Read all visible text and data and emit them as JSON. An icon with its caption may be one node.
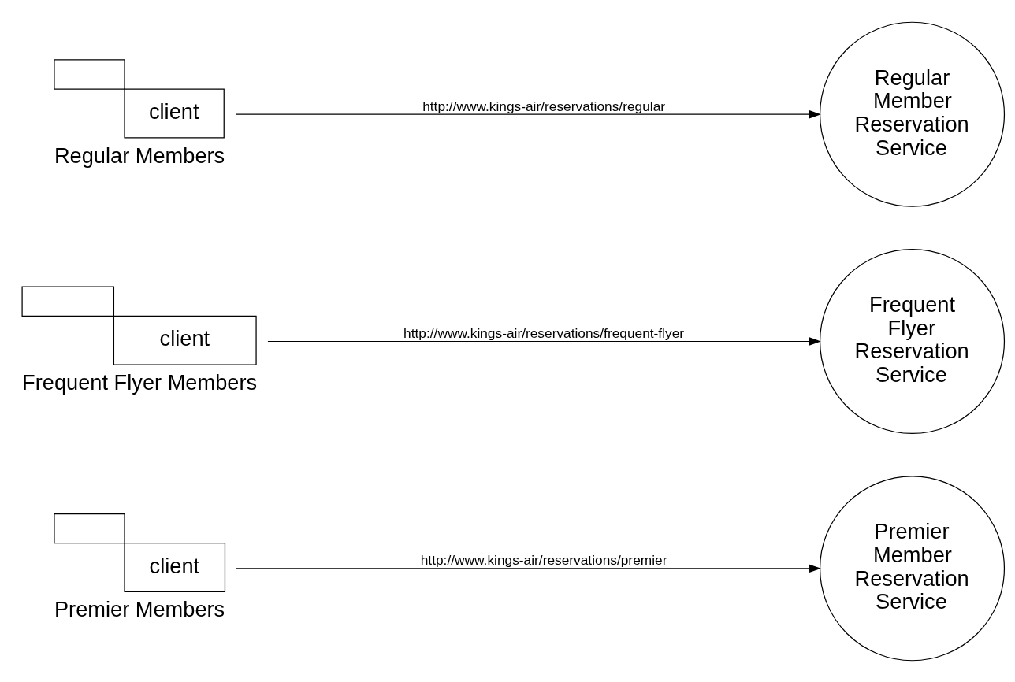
{
  "diagram": {
    "nodes": [
      {
        "text": [
          "client"
        ],
        "beside": [
          "Premier Members"
        ]
      },
      {
        "text": [
          "client"
        ],
        "beside": [
          "Frequent Flyer Members"
        ]
      },
      {
        "text": [
          "client"
        ],
        "beside": [
          "Regular Members"
        ]
      },
      {
        "text": [
          "Premier Member Reservation Service"
        ]
      },
      {
        "text": [
          "Frequent Flyer Reservation Service"
        ]
      },
      {
        "text": [
          "Regular Member Reservation Service"
        ]
      }
    ],
    "edges": [
      {
        "from": 0,
        "to": 3,
        "arrow": "to",
        "label": "http://www.kings-air/reservations/premier"
      },
      {
        "from": 1,
        "to": 4,
        "arrow": "to",
        "label": "http://www.kings-air/reservations/frequent-flyer"
      },
      {
        "from": 2,
        "to": 5,
        "arrow": "to",
        "label": "http://www.kings-air/reservations/regular"
      }
    ]
  }
}
